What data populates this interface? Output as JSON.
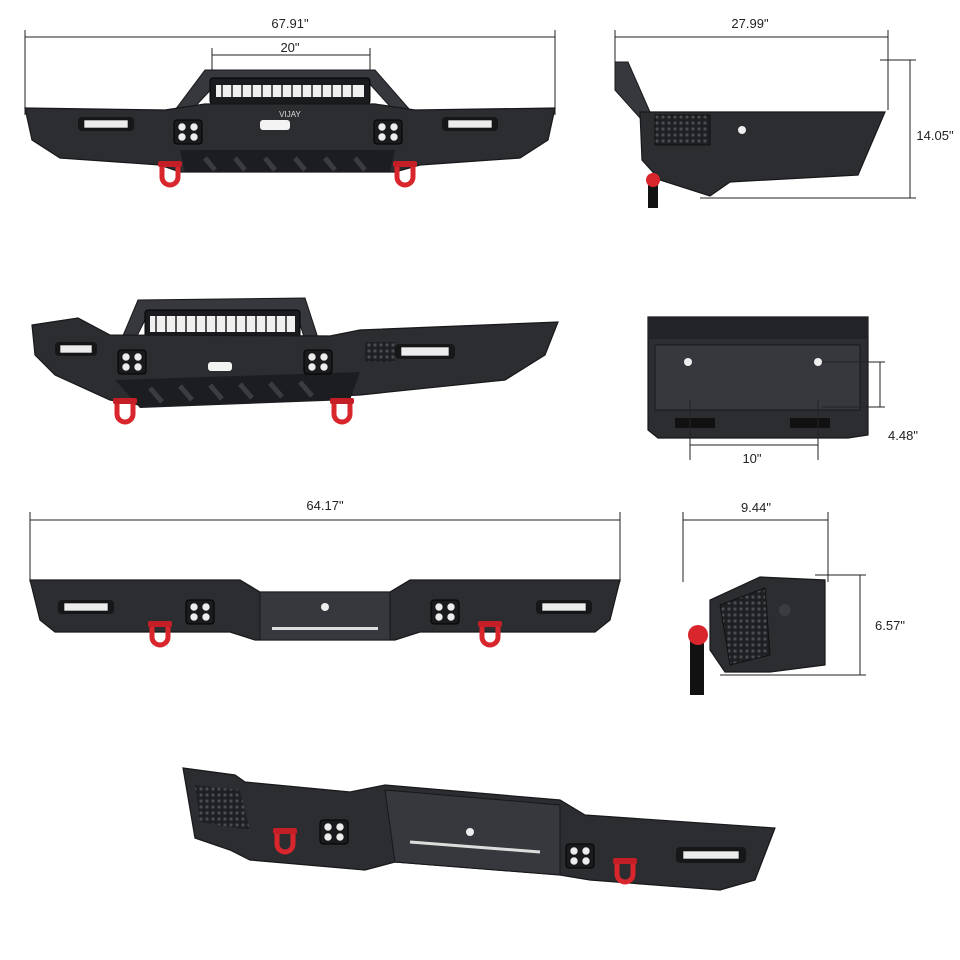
{
  "dimensions": {
    "front_width": "67.91\"",
    "light_bar": "20\"",
    "front_depth": "27.99\"",
    "front_height": "14.05\"",
    "mount_height": "4.48\"",
    "mount_spacing": "10\"",
    "rear_width": "64.17\"",
    "rear_depth": "9.44\"",
    "rear_height": "6.57\""
  },
  "branding": {
    "logo": "VIJAY"
  },
  "colors": {
    "steel": "#2b2d31",
    "shackle": "#d8262c",
    "led": "#ececec"
  }
}
